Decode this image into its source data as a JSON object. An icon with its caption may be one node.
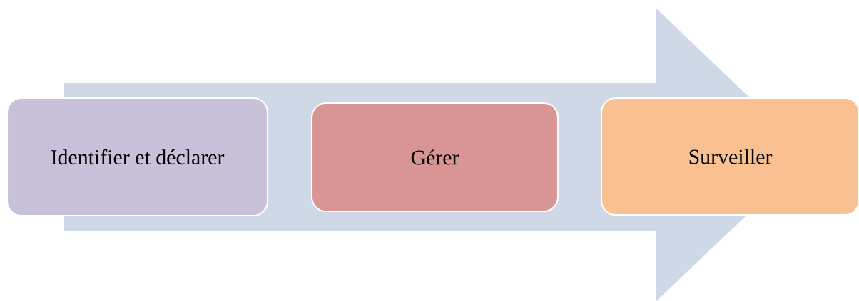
{
  "diagram": {
    "nodes": [
      {
        "text": [
          "Identifier et déclarer"
        ]
      },
      {
        "text": [
          "Gérer"
        ]
      },
      {
        "text": [
          "Surveiller"
        ]
      }
    ],
    "edges": [
      {
        "from": 0,
        "to": 2,
        "arrow": "to"
      }
    ]
  }
}
